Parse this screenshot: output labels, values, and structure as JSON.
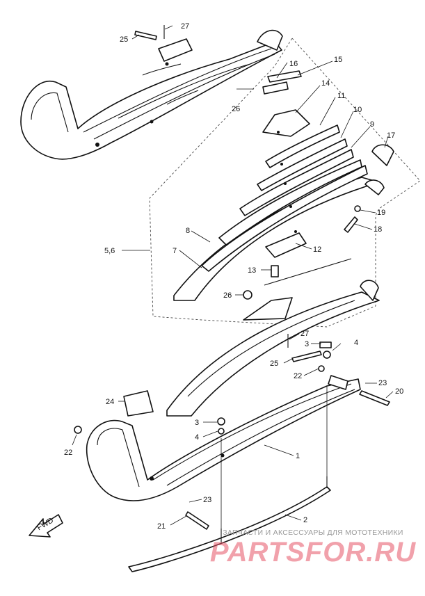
{
  "diagram": {
    "callouts": [
      "27",
      "25",
      "16",
      "15",
      "14",
      "11",
      "10",
      "9",
      "17",
      "19",
      "18",
      "12",
      "13",
      "26",
      "5,6",
      "8",
      "7",
      "26",
      "27",
      "3",
      "4",
      "25",
      "22",
      "23",
      "20",
      "24",
      "3",
      "4",
      "22",
      "1",
      "23",
      "21",
      "2"
    ],
    "direction_arrow": "FWD"
  },
  "watermark": {
    "tagline": "ЗАПЧАСТИ И АКСЕССУАРЫ ДЛЯ МОТОТЕХНИКИ",
    "brand": "PARTSFOR.RU"
  },
  "colors": {
    "ink": "#111111",
    "watermark": "#e55366"
  }
}
